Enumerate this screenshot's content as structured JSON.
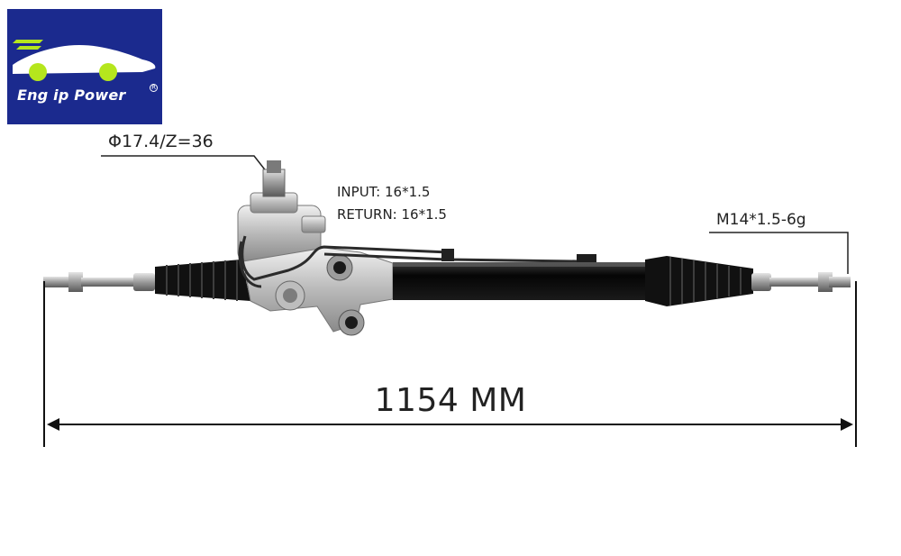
{
  "logo": {
    "text": "Eng ip Power",
    "reg_mark": "R",
    "colors": {
      "background": "#1b2a8e",
      "wheels": "#b5e61d",
      "car": "#ffffff"
    }
  },
  "labels": {
    "gear_spec": "Φ17.4/Z=36",
    "input_spec": "INPUT: 16*1.5",
    "return_spec": "RETURN: 16*1.5",
    "thread_spec": "M14*1.5-6g",
    "overall_length": "1154 MM"
  },
  "icons": [
    "car-logo-icon",
    "speed-lines-icon",
    "double-arrow-icon"
  ],
  "colors": {
    "rack_tube": "#0d0d0d",
    "housing": "#c8c8c8",
    "boot": "#1a1a1a",
    "dimension_line": "#111111"
  }
}
